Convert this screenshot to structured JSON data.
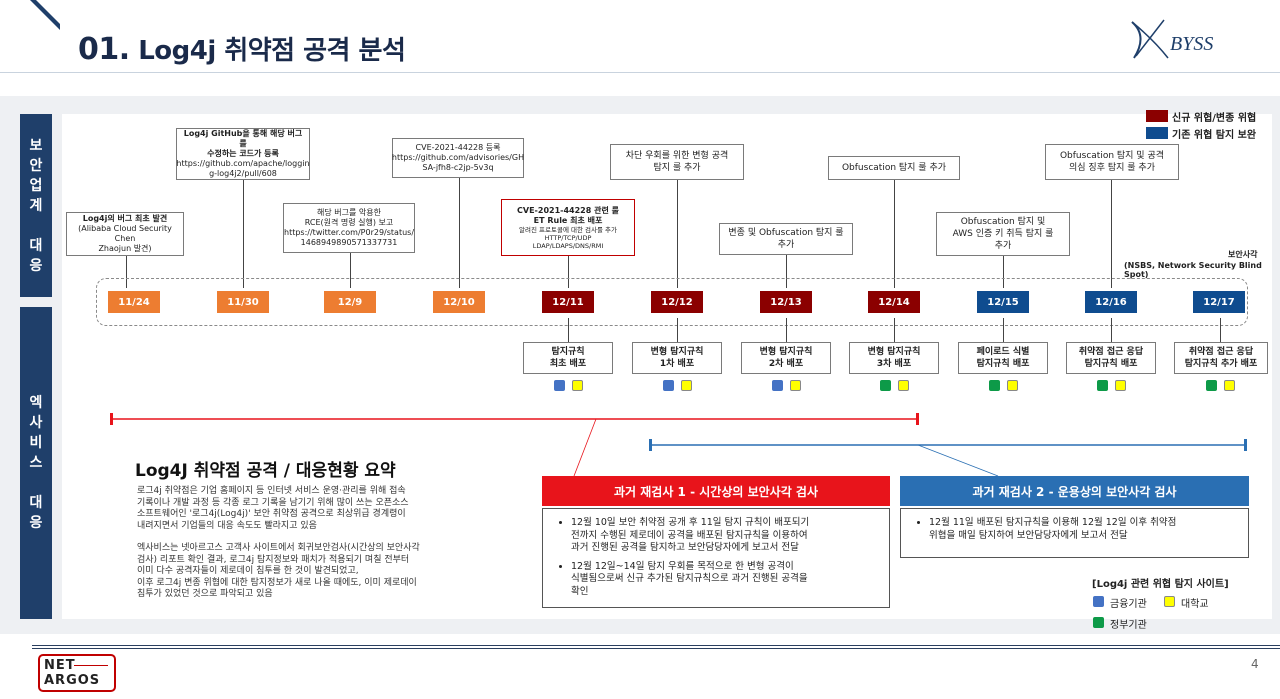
{
  "header": {
    "num": "01.",
    "title": "Log4j 취약점 공격 분석",
    "logo": "XABYSS"
  },
  "sidebar": {
    "top_label": "보\n안\n업\n계\n\n대\n응",
    "bottom_label": "엑\n사\n비\n스\n\n대\n응"
  },
  "legend": {
    "new_threat": "신규 위협/변종 위협",
    "existing": "기존 위협 탐지 보완",
    "new_color": "#8b0000",
    "existing_color": "#0f4c8f"
  },
  "callouts": {
    "c1124": [
      "Log4j의 버그 최초 발견",
      "(Alibaba Cloud Security Chen",
      "Zhaojun 발견)"
    ],
    "c1130": [
      "Log4j GitHub을 통해 해당 버그를",
      "수정하는 코드가 등록",
      "https://github.com/apache/loggin",
      "g-log4j2/pull/608"
    ],
    "c129": [
      "해당 버그를 악용한",
      "RCE(원격 명령 실행) 보고",
      "https://twitter.com/P0r29/status/",
      "1468949890571337731"
    ],
    "c1210": [
      "CVE-2021-44228 등록",
      "https://github.com/advisories/GH",
      "SA-jfh8-c2jp-5v3q"
    ],
    "c1211": [
      "CVE-2021-44228 관련 룰",
      "ET Rule 최초 배포",
      "알려진 프로토콜에 대한 검사룰 추가",
      "HTTP/TCP/UDP",
      "LDAP/LDAPS/DNS/RMI"
    ],
    "c1212": [
      "차단 우회를 위한 변형 공격",
      "탐지 룰 추가"
    ],
    "c1213": [
      "변종 및 Obfuscation 탐지 룰",
      "추가"
    ],
    "c1214": [
      "Obfuscation 탐지 룰 추가"
    ],
    "c1215": [
      "Obfuscation 탐지 및",
      "AWS 인증 키 취득 탐지 룰",
      "추가"
    ],
    "c1216": [
      "Obfuscation 탐지 및 공격",
      "의심 징후 탐지 룰 추가"
    ],
    "gap": [
      "보안사각",
      "(NSBS, Network Security Blind Spot)"
    ]
  },
  "dates": [
    "11/24",
    "11/30",
    "12/9",
    "12/10",
    "12/11",
    "12/12",
    "12/13",
    "12/14",
    "12/15",
    "12/16",
    "12/17"
  ],
  "date_colors": [
    "#ed7d31",
    "#ed7d31",
    "#ed7d31",
    "#ed7d31",
    "#8b0000",
    "#8b0000",
    "#8b0000",
    "#8b0000",
    "#0f4c8f",
    "#0f4c8f",
    "#0f4c8f"
  ],
  "deploys": [
    {
      "line1": "탐지규칙",
      "line2": "최초 배포",
      "sites": [
        "blue",
        "yellow"
      ]
    },
    {
      "line1": "변형 탐지규칙",
      "line2": "1차 배포",
      "sites": [
        "blue",
        "yellow"
      ]
    },
    {
      "line1": "변형 탐지규칙",
      "line2": "2차 배포",
      "sites": [
        "blue",
        "yellow"
      ]
    },
    {
      "line1": "변형 탐지규칙",
      "line2": "3차 배포",
      "sites": [
        "green",
        "yellow"
      ]
    },
    {
      "line1": "페이로드 식별",
      "line2": "탐지규칙 배포",
      "sites": [
        "green",
        "yellow"
      ]
    },
    {
      "line1": "취약점 접근 응답",
      "line2": "탐지규칙 배포",
      "sites": [
        "green",
        "yellow"
      ]
    },
    {
      "line1": "취약점 접근 응답",
      "line2": "탐지규칙 추가 배포",
      "sites": [
        "green",
        "yellow"
      ]
    }
  ],
  "summary": {
    "title": "Log4J 취약점 공격 / 대응현황 요약",
    "p1": [
      "로그4j 취약점은 기업 홈페이지 등 인터넷 서비스 운영·관리를 위해 접속",
      "기록이나 개발 과정 등 각종 로그 기록을 남기기 위해  많이 쓰는 오픈소스",
      "소프트웨어인 '로그4j(Log4j)' 보안 취약점 공격으로 최상위급 경계령이",
      "내려지면서 기업들의 대응 속도도 빨라지고 있음"
    ],
    "p2": [
      "엑사비스는 넷아르고스 고객사 사이트에서 회귀보안검사(시간상의 보안사각",
      "검사) 리포트 확인 결과, 로그4j 탐지정보와 패치가 적용되기 며칠 전부터",
      "이미 다수 공격자들이 제로데이 침투를 한 것이 발견되었고,",
      "이후 로그4j 변종 위협에 대한 탐지정보가 새로 나올 때에도, 이미 제로데이",
      "침투가 있었던 것으로 파악되고 있음"
    ]
  },
  "recheck1": {
    "head": "과거 재검사 1  -  시간상의 보안사각 검사",
    "color": "#e8141b",
    "items": [
      [
        "12월 10일 보안 취약점 공개 후 11일 탐지 규칙이 배포되기",
        "전까지 수행된 제로데이 공격을 배포된 탐지규칙을 이용하여",
        "과거 진행된 공격을 탐지하고 보안담당자에게 보고서 전달"
      ],
      [
        "12월 12일~14일 탐지 우회를 목적으로 한 변형 공격이",
        "식별됨으로써 신규 추가된 탐지규칙으로 과거 진행된 공격을",
        "확인"
      ]
    ]
  },
  "recheck2": {
    "head": "과거 재검사 2  -  운용상의 보안사각 검사",
    "color": "#2a6fb3",
    "items": [
      [
        "12월 11일 배포된 탐지규칙을 이용해 12월 12일 이후 취약점",
        "위협을 매일 탐지하여 보안담당자에게 보고서 전달"
      ]
    ]
  },
  "sites_legend": {
    "title": "[Log4j 관련 위협 탐지 사이트]",
    "finance": "금융기관",
    "univ": "대학교",
    "gov": "정부기관"
  },
  "footer": {
    "logo_top": "NET",
    "logo_bottom": "ARGOS",
    "page": "4"
  }
}
